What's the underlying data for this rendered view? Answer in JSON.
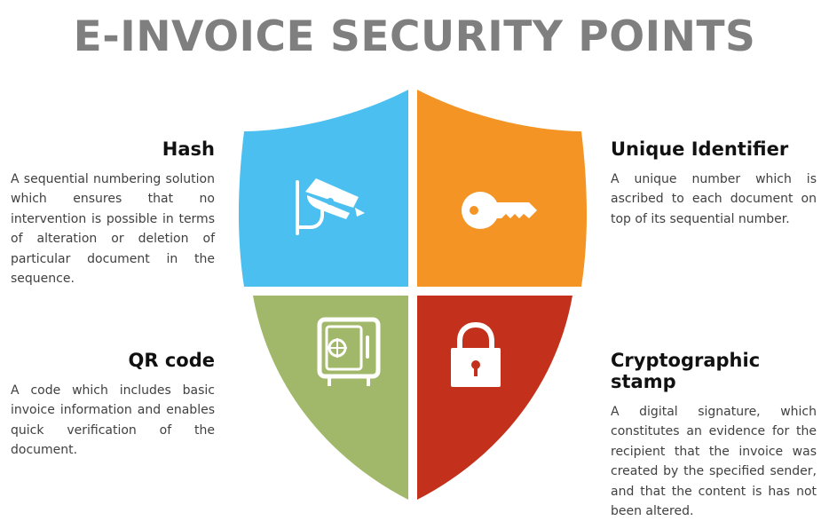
{
  "title": "E-INVOICE SECURITY POINTS",
  "colors": {
    "title": "#7f7f7f",
    "hash_quadrant": "#4bbfef",
    "unique_identifier_quadrant": "#f39424",
    "qr_code_quadrant": "#a1b86a",
    "cryptographic_stamp_quadrant": "#c3311d",
    "icon": "#ffffff"
  },
  "quadrants": [
    {
      "id": "hash",
      "heading": "Hash",
      "description": "A sequential numbering solution which ensures that no intervention is possible in terms of alteration or deletion of particular document in the sequence.",
      "icon": "security-camera-icon"
    },
    {
      "id": "unique_identifier",
      "heading": "Unique Identifier",
      "description": "A unique number which is ascribed to each document on top of its sequential number.",
      "icon": "key-icon"
    },
    {
      "id": "qr_code",
      "heading": "QR code",
      "description": "A code which includes basic invoice information and enables quick verification of the document.",
      "icon": "safe-icon"
    },
    {
      "id": "cryptographic_stamp",
      "heading": "Cryptographic stamp",
      "description": "A digital signature, which constitutes an evidence for the recipient that the invoice was created by the specified sender, and that the content is has not been altered.",
      "icon": "padlock-icon"
    }
  ]
}
